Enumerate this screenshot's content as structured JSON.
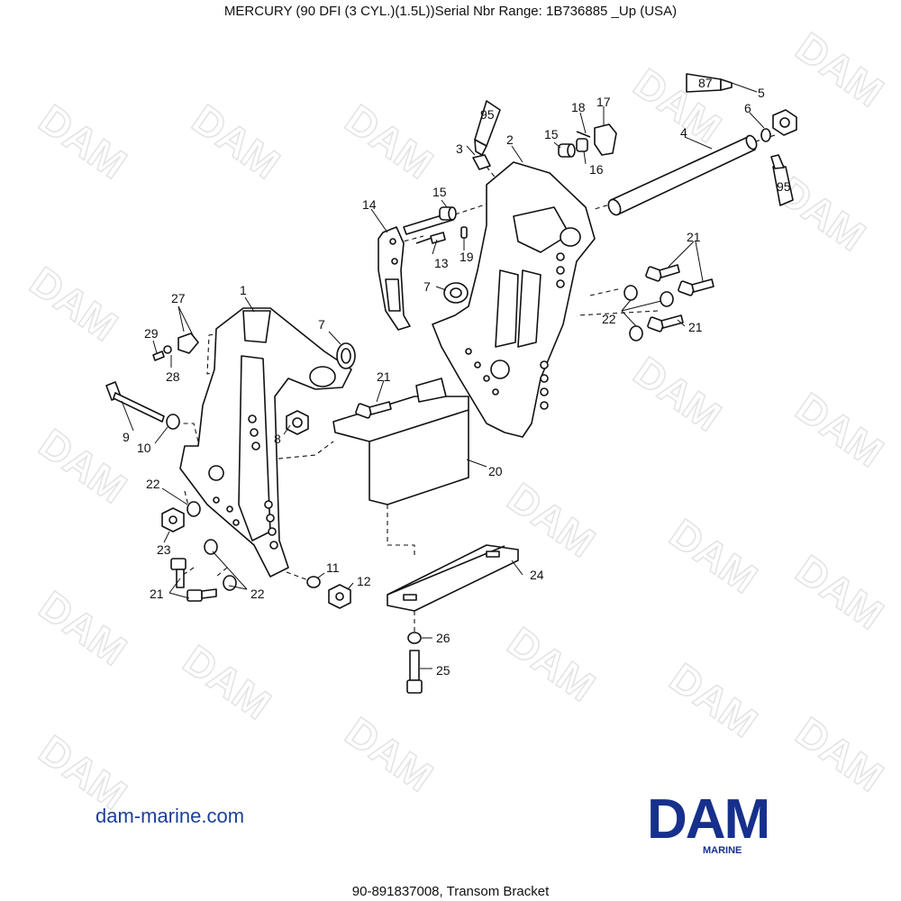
{
  "header": {
    "title": "MERCURY (90 DFI (3 CYL.)(1.5L))Serial Nbr Range: 1B736885 _Up (USA)"
  },
  "watermark": {
    "text": "DAM"
  },
  "tubes": {
    "sealant_87": "87",
    "sealant_95_a": "95",
    "sealant_95_b": "95"
  },
  "callouts": {
    "p1": "1",
    "p2": "2",
    "p3": "3",
    "p4": "4",
    "p5": "5",
    "p6": "6",
    "p7a": "7",
    "p7b": "7",
    "p8": "8",
    "p9": "9",
    "p10": "10",
    "p11": "11",
    "p12": "12",
    "p13": "13",
    "p14": "14",
    "p15a": "15",
    "p15b": "15",
    "p16": "16",
    "p17": "17",
    "p18": "18",
    "p19": "19",
    "p20": "20",
    "p21a": "21",
    "p21b": "21",
    "p21c": "21",
    "p21d": "21",
    "p22a": "22",
    "p22b": "22",
    "p22c": "22",
    "p23": "23",
    "p24": "24",
    "p25": "25",
    "p26": "26",
    "p27": "27",
    "p28": "28",
    "p29": "29"
  },
  "footer": {
    "site": "dam-marine.com",
    "logo_text": "DAM",
    "logo_sub": "MARINE",
    "caption": "90-891837008, Transom Bracket"
  },
  "colors": {
    "brand": "#16308c",
    "link": "#1d3f9a",
    "line": "#111111"
  }
}
